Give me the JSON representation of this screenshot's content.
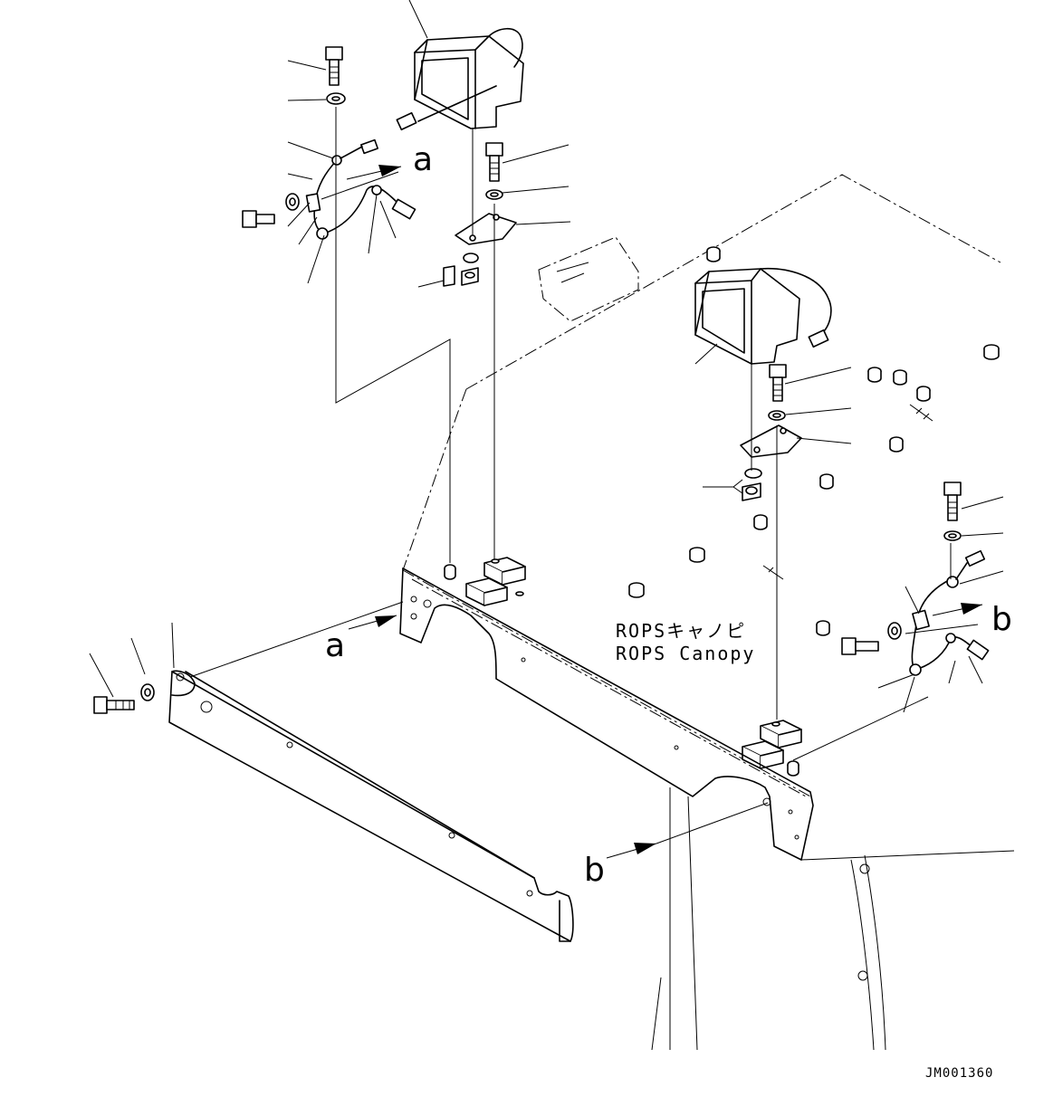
{
  "labels": {
    "ref_a_top": "a",
    "ref_a_mid": "a",
    "ref_b_right": "b",
    "ref_b_bottom": "b",
    "canopy_jp": "ROPSキャノピ",
    "canopy_en": "ROPS Canopy",
    "drawing_code": "JM001360"
  }
}
